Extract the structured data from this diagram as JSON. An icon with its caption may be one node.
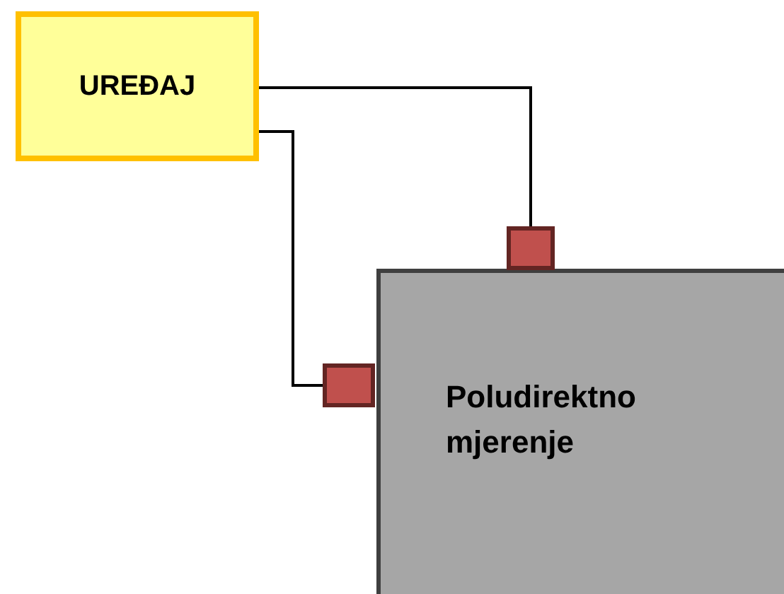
{
  "diagram": {
    "nodes": [
      {
        "text": [
          "UREĐAJ"
        ]
      },
      {
        "text": [
          "Poludirektno mjerenje"
        ]
      },
      {
        "text": [],
        "shape": "box"
      },
      {
        "text": [],
        "shape": "box"
      }
    ],
    "edges": [
      {
        "from": 0,
        "to": 2,
        "arrow": "none"
      },
      {
        "from": 0,
        "to": 3,
        "arrow": "none"
      }
    ]
  }
}
